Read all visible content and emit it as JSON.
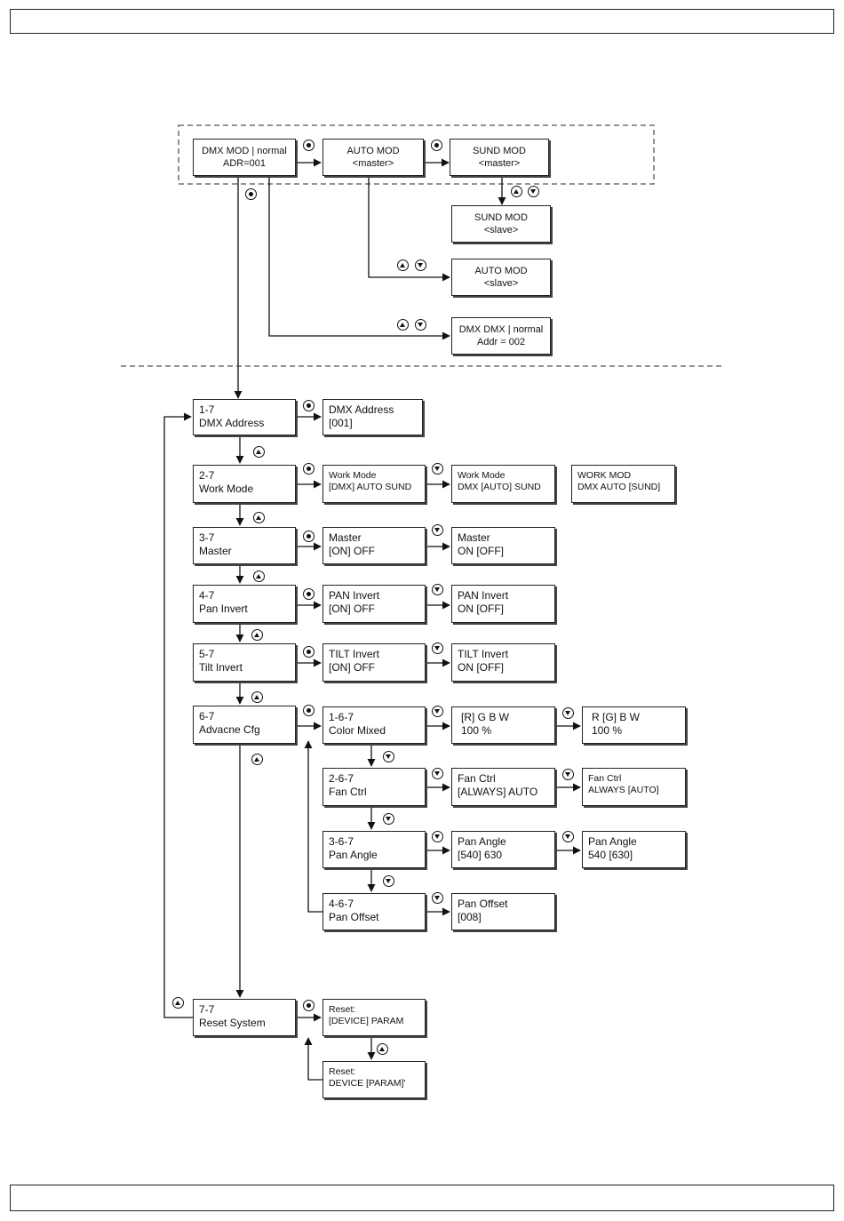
{
  "top_boxes": {
    "dmx_mod": [
      "DMX MOD | normal",
      "ADR=001"
    ],
    "auto_mod_master": [
      "AUTO MOD",
      "<master>"
    ],
    "sund_mod_master": [
      "SUND MOD",
      "<master>"
    ],
    "sund_mod_slave": [
      "SUND MOD",
      "<slave>"
    ],
    "auto_mod_slave": [
      "AUTO MOD",
      "<slave>"
    ],
    "dmx_dmx": [
      "DMX DMX | normal",
      "Addr = 002"
    ]
  },
  "menu": {
    "dmx_address": [
      "1-7",
      "DMX Address"
    ],
    "work_mode": [
      "2-7",
      "Work Mode"
    ],
    "master": [
      "3-7",
      "Master"
    ],
    "pan_invert": [
      "4-7",
      "Pan Invert"
    ],
    "tilt_invert": [
      "5-7",
      "Tilt Invert"
    ],
    "advanced_cfg": [
      "6-7",
      "Advacne Cfg"
    ],
    "reset_system": [
      "7-7",
      "Reset System"
    ]
  },
  "settings": {
    "dmx_address_value": [
      "DMX Address",
      "[001]"
    ],
    "work_mode_dmx": [
      "Work Mode",
      "[DMX] AUTO SUND"
    ],
    "work_mode_auto": [
      "Work Mode",
      "DMX [AUTO] SUND"
    ],
    "work_mode_sund": [
      "WORK MOD",
      "DMX AUTO [SUND]"
    ],
    "master_on": [
      "Master",
      "[ON] OFF"
    ],
    "master_off": [
      "Master",
      "ON [OFF]"
    ],
    "pan_invert_on": [
      "PAN Invert",
      "[ON] OFF"
    ],
    "pan_invert_off": [
      "PAN Invert",
      "ON [OFF]"
    ],
    "tilt_invert_on": [
      "TILT Invert",
      "[ON] OFF"
    ],
    "tilt_invert_off": [
      "TILT Invert",
      "ON [OFF]"
    ],
    "color_mixed": [
      "1-6-7",
      "Color Mixed"
    ],
    "color_r": [
      "[R]  G  B  W",
      "100 %"
    ],
    "color_g": [
      "R  [G] B  W",
      "100 %"
    ],
    "fan_ctrl": [
      "2-6-7",
      "Fan Ctrl"
    ],
    "fan_always": [
      "Fan Ctrl",
      "[ALWAYS] AUTO"
    ],
    "fan_auto": [
      "Fan Ctrl",
      "ALWAYS [AUTO]"
    ],
    "pan_angle": [
      "3-6-7",
      "Pan Angle"
    ],
    "pan_angle_540": [
      "Pan Angle",
      "[540] 630"
    ],
    "pan_angle_630": [
      "Pan Angle",
      "540 [630]"
    ],
    "pan_offset": [
      "4-6-7",
      "Pan Offset"
    ],
    "pan_offset_value": [
      "Pan Offset",
      "[008]"
    ],
    "reset_device": [
      "Reset:",
      "[DEVICE] PARAM"
    ],
    "reset_param": [
      "Reset:",
      "DEVICE [PARAM]'"
    ]
  },
  "buttons": {
    "enter": "enter-icon",
    "up": "up-arrow-icon",
    "down": "down-arrow-icon"
  }
}
